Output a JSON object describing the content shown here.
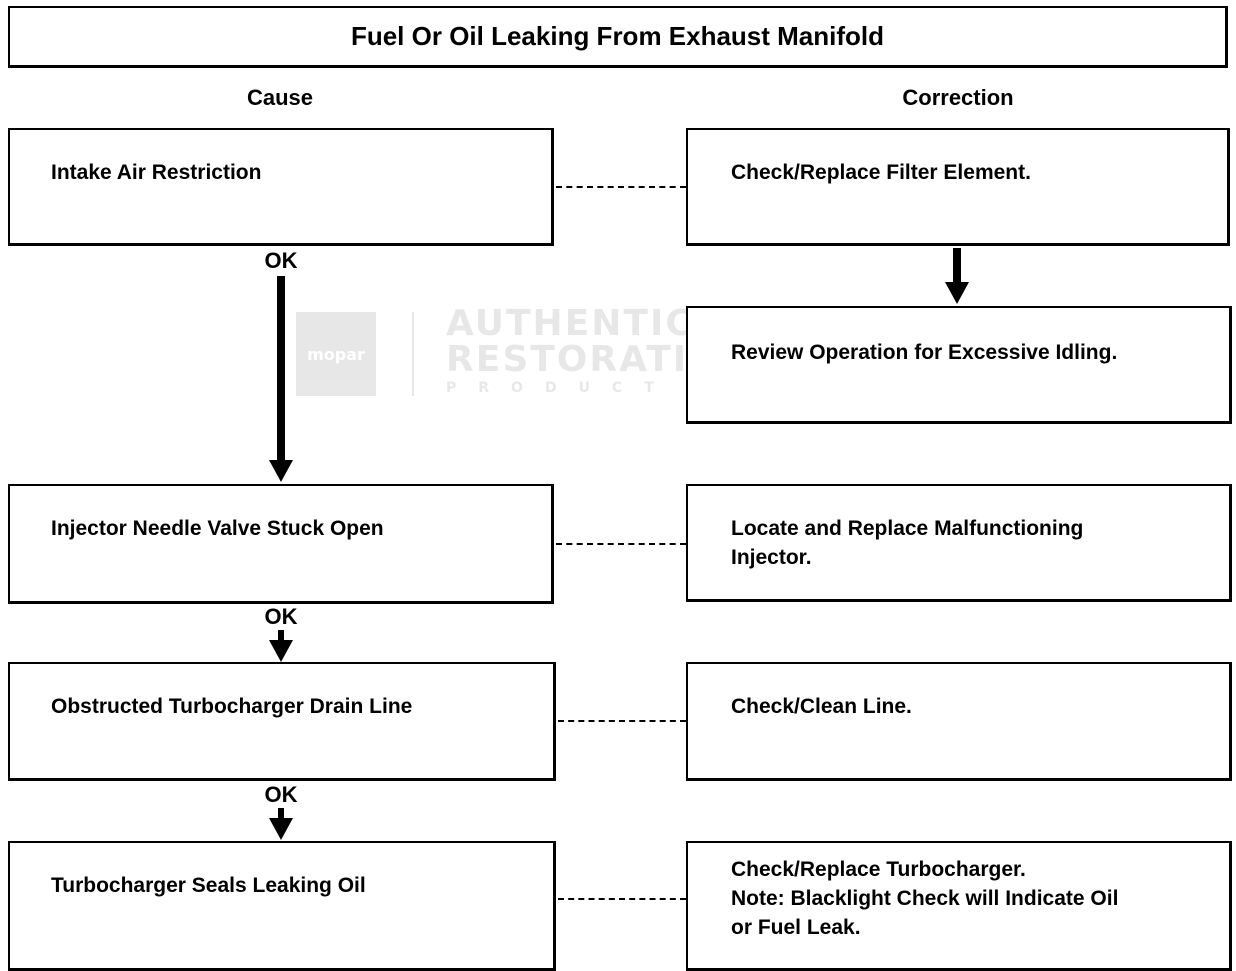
{
  "title": "Fuel Or Oil Leaking From Exhaust Manifold",
  "headers": {
    "cause": "Cause",
    "correction": "Correction"
  },
  "ok_label": "OK",
  "causes": [
    {
      "lines": [
        "Intake Air Restriction"
      ]
    },
    {
      "lines": [
        "Injector Needle Valve Stuck Open"
      ]
    },
    {
      "lines": [
        "Obstructed Turbocharger Drain Line"
      ]
    },
    {
      "lines": [
        "Turbocharger Seals Leaking Oil"
      ]
    }
  ],
  "corrections": [
    {
      "lines": [
        "Check/Replace Filter Element."
      ]
    },
    {
      "lines": [
        "Review Operation for Excessive Idling."
      ]
    },
    {
      "lines": [
        "Locate and Replace Malfunctioning",
        "Injector."
      ]
    },
    {
      "lines": [
        "Check/Clean Line."
      ]
    },
    {
      "lines": [
        "Check/Replace Turbocharger.",
        "Note: Blacklight Check will Indicate Oil",
        "or Fuel Leak."
      ]
    }
  ],
  "watermark": {
    "logo": "mopar",
    "line1": "AUTHENTIC",
    "line2": "RESTORATION",
    "line3": "PRODUCT"
  }
}
